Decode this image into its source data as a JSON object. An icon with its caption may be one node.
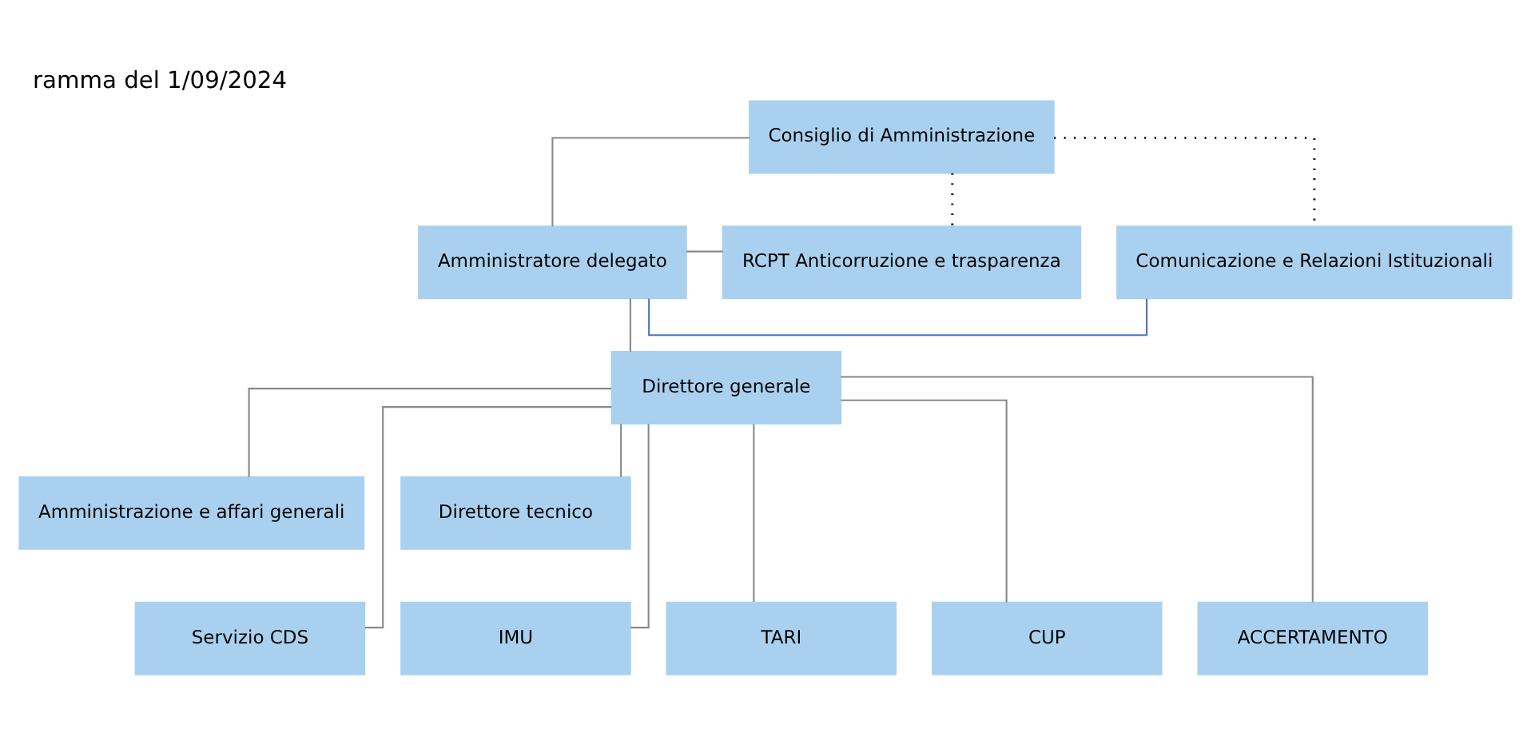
{
  "diagram": {
    "title": "ramma del 1/09/2024",
    "nodes": [
      {
        "text": [
          "Consiglio di Amministrazione"
        ]
      },
      {
        "text": [
          "Amministratore delegato"
        ]
      },
      {
        "text": [
          "Comunicazione e Relazioni Istituzionali"
        ]
      },
      {
        "text": [
          "RCPT Anticorruzione e trasparenza"
        ]
      },
      {
        "text": [
          "Direttore generale"
        ]
      },
      {
        "text": [
          "Amministrazione e affari generali"
        ]
      },
      {
        "text": [
          "Direttore tecnico"
        ]
      },
      {
        "text": [
          "Servizio CDS"
        ]
      },
      {
        "text": [
          "IMU"
        ]
      },
      {
        "text": [
          "TARI"
        ]
      },
      {
        "text": [
          "CUP"
        ]
      },
      {
        "text": [
          "ACCERTAMENTO"
        ]
      }
    ],
    "edges": [
      {
        "from": 0,
        "to": 3,
        "arrow": "none",
        "style": "dashed",
        "color": "#222222"
      },
      {
        "from": 0,
        "to": 2,
        "arrow": "none",
        "style": "dashed",
        "color": "#222222"
      },
      {
        "from": 0,
        "to": 1,
        "arrow": "none"
      },
      {
        "from": 1,
        "to": 2,
        "arrow": "none",
        "color": "#4a72c4"
      },
      {
        "from": 1,
        "to": 3,
        "arrow": "none"
      },
      {
        "from": 1,
        "to": 4,
        "arrow": "none"
      },
      {
        "from": 4,
        "to": 5,
        "arrow": "none"
      },
      {
        "from": 4,
        "to": 6,
        "arrow": "none"
      },
      {
        "from": 4,
        "to": 7,
        "arrow": "none"
      },
      {
        "from": 4,
        "to": 8,
        "arrow": "none"
      },
      {
        "from": 4,
        "to": 9,
        "arrow": "none"
      },
      {
        "from": 4,
        "to": 10,
        "arrow": "none"
      },
      {
        "from": 4,
        "to": 11,
        "arrow": "none"
      }
    ]
  }
}
